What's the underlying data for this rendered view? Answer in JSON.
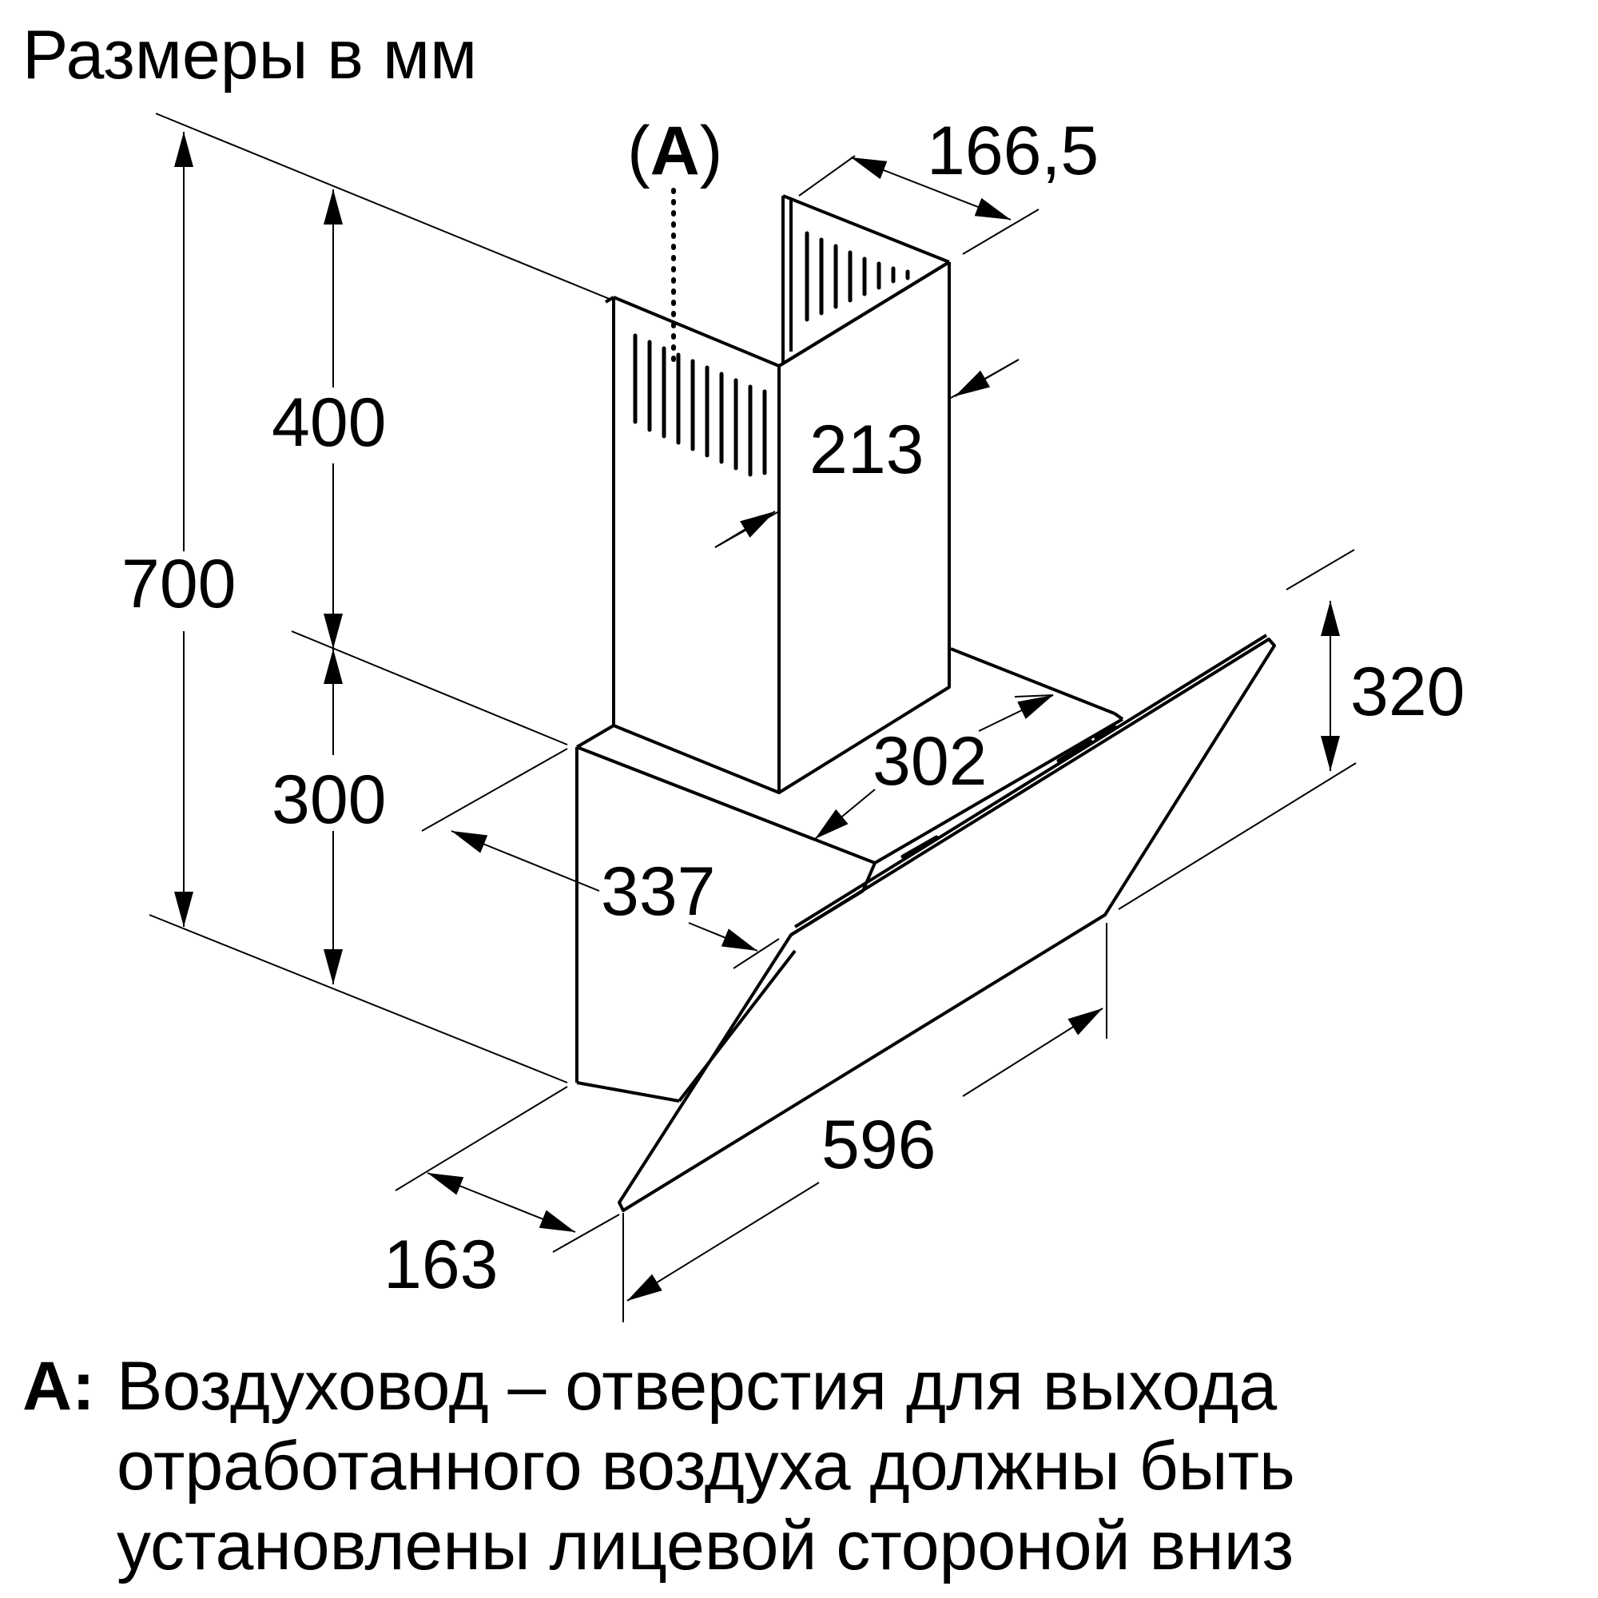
{
  "title": "Размеры в мм",
  "callout": {
    "label": "(A)",
    "letter": "A"
  },
  "dimensions": {
    "total_height": "700",
    "chimney_height": "400",
    "lower_height": "300",
    "chimney_width": "166,5",
    "chimney_depth": "213",
    "hood_depth_top": "302",
    "hood_depth_mid": "337",
    "glass_height": "320",
    "width": "596",
    "bottom_depth": "163"
  },
  "legend": {
    "key": "A:",
    "lines": [
      "Воздуховод – отверстия для выхода",
      "отработанного воздуха должны быть",
      "установлены лицевой стороной вниз"
    ]
  }
}
